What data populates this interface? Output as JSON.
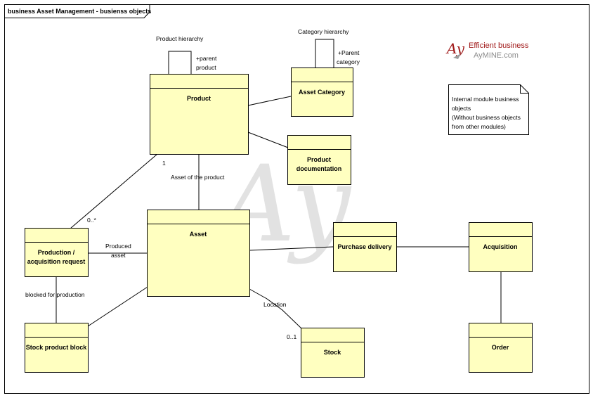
{
  "frame": {
    "title": "business Asset Management - busienss objects"
  },
  "logo": {
    "mark": "Ay",
    "tagline": "Efficient business",
    "site": "AyMINE.com"
  },
  "watermark": "Ay",
  "note": {
    "lines": [
      "Internal module business",
      "objects",
      "(Without business objects",
      "from other modules)"
    ]
  },
  "classes": {
    "product": "Product",
    "asset_category": "Asset Category",
    "product_documentation": [
      "Product",
      "documentation"
    ],
    "asset": "Asset",
    "production_request": [
      "Production /",
      "acquisition request"
    ],
    "purchase_delivery": "Purchase delivery",
    "acquisition": "Acquisition",
    "stock_product_block": "Stock product block",
    "stock": "Stock",
    "order": "Order"
  },
  "labels": {
    "product_hierarchy": "Product hierarchy",
    "parent_product": [
      "+parent",
      "product"
    ],
    "category_hierarchy": "Category hierarchy",
    "parent_category": [
      "+Parent",
      "category"
    ],
    "mult_one": "1",
    "asset_of_product": "Asset of the product",
    "mult_zero_many": "0..*",
    "produced_asset": [
      "Produced",
      "asset"
    ],
    "blocked_for_production": "blocked for production",
    "location": "Location",
    "mult_zero_one": "0..1"
  }
}
